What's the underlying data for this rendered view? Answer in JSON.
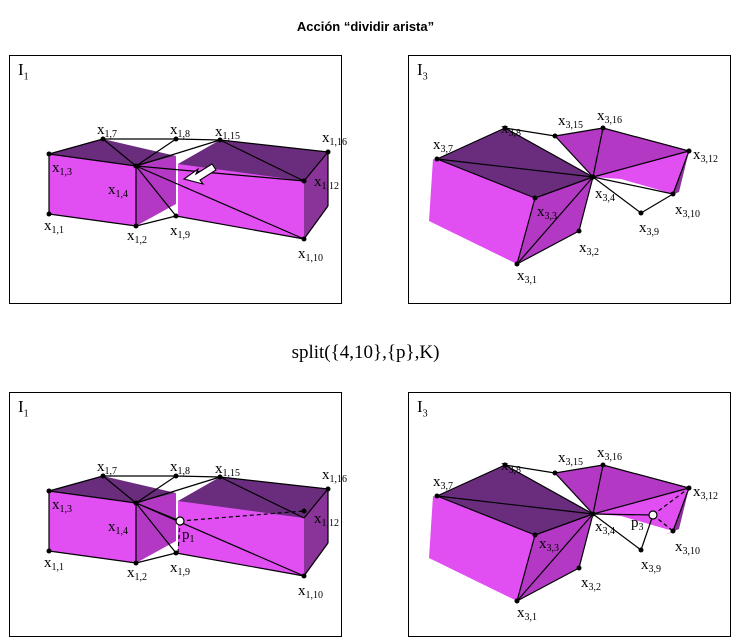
{
  "title": "Acción “dividir arista”",
  "formula": "split({4,10},{p},K)",
  "panels": {
    "top_left": {
      "label": "I",
      "label_sub": "1"
    },
    "top_right": {
      "label": "I",
      "label_sub": "3"
    },
    "bottom_left": {
      "label": "I",
      "label_sub": "1"
    },
    "bottom_right": {
      "label": "I",
      "label_sub": "3"
    }
  },
  "vertex_labels": {
    "x_1_1": "x",
    "x_1_1_sub": "1,1",
    "x_1_2": "x",
    "x_1_2_sub": "1,2",
    "x_1_3": "x",
    "x_1_3_sub": "1,3",
    "x_1_4": "x",
    "x_1_4_sub": "1,4",
    "x_1_7": "x",
    "x_1_7_sub": "1,7",
    "x_1_8": "x",
    "x_1_8_sub": "1,8",
    "x_1_9": "x",
    "x_1_9_sub": "1,9",
    "x_1_10": "x",
    "x_1_10_sub": "1,10",
    "x_1_12": "x",
    "x_1_12_sub": "1,12",
    "x_1_15": "x",
    "x_1_15_sub": "1,15",
    "x_1_16": "x",
    "x_1_16_sub": "1,16",
    "x_3_1": "x",
    "x_3_1_sub": "3,1",
    "x_3_2": "x",
    "x_3_2_sub": "3,2",
    "x_3_3": "x",
    "x_3_3_sub": "3,3",
    "x_3_4": "x",
    "x_3_4_sub": "3,4",
    "x_3_7": "x",
    "x_3_7_sub": "3,7",
    "x_3_8": "x",
    "x_3_8_sub": "3,8",
    "x_3_9": "x",
    "x_3_9_sub": "3,9",
    "x_3_10": "x",
    "x_3_10_sub": "3,10",
    "x_3_12": "x",
    "x_3_12_sub": "3,12",
    "x_3_15": "x",
    "x_3_15_sub": "3,15",
    "x_3_16": "x",
    "x_3_16_sub": "3,16",
    "p_1": "p",
    "p_1_sub": "1",
    "p_3": "p",
    "p_3_sub": "3"
  },
  "colors": {
    "face_light": "#e14ef2",
    "face_mid": "#b338c4",
    "face_dark": "#6a2d7d",
    "face_pale": "#f3a8f8",
    "edge": "#000000"
  },
  "icons": {
    "arrow": "arrow-icon"
  }
}
